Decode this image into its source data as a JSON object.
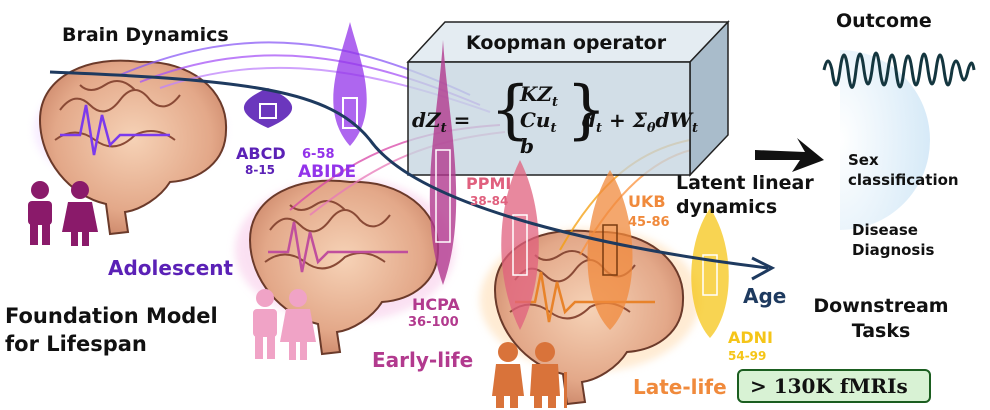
{
  "title_left": "Brain Dynamics",
  "box_title": "Koopman operator",
  "equation": {
    "lhs": "dZ",
    "lhs_sub": "t",
    "eq": "=",
    "line1": "KZ",
    "line1_sub": "t",
    "line2": "Cu",
    "line2_sub": "t",
    "line3": "b",
    "tail": "d",
    "tail_sub": "t",
    "plus": "+ Σ",
    "sigma_sub": "θ",
    "dw": "dW",
    "dw_sub": "t"
  },
  "outcome_label": "Outcome",
  "latent_label": "Latent linear dynamics",
  "tasks": {
    "sex": "Sex classification",
    "disease": "Disease Diagnosis",
    "heading": "Downstream Tasks"
  },
  "age_label": "Age",
  "foundation_label": "Foundation Model for Lifespan",
  "count_label": "> 130K fMRIs",
  "stages": {
    "adolescent": "Adolescent",
    "early": "Early-life",
    "late": "Late-life"
  },
  "datasets": [
    {
      "name": "ABCD",
      "range": "8-15",
      "color": "#5b21b6"
    },
    {
      "name": "ABIDE",
      "range": "6-58",
      "color": "#9333ea"
    },
    {
      "name": "HCPA",
      "range": "36-100",
      "color": "#b23a8e"
    },
    {
      "name": "PPMI",
      "range": "38-84",
      "color": "#e0607e"
    },
    {
      "name": "UKB",
      "range": "45-86",
      "color": "#f08a3c"
    },
    {
      "name": "ADNI",
      "range": "54-99",
      "color": "#f5c518"
    }
  ],
  "colors": {
    "adolescent": "#5b21b6",
    "early": "#b23a8e",
    "late": "#f08a3c",
    "axis": "#1e3a5f",
    "box": "#c5d5e0",
    "count_bg": "#d8f2d4",
    "count_border": "#1b5e20"
  },
  "icons": [
    "brain-icon",
    "children-icon",
    "adults-icon",
    "elderly-icon",
    "arrow-icon"
  ]
}
